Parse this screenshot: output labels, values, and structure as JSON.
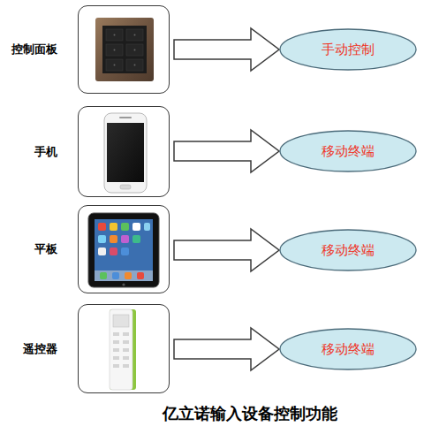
{
  "diagram": {
    "caption": "亿立诺输入设备控制功能",
    "nodes": [
      {
        "text": [
          "控制面板"
        ]
      },
      {
        "text": [
          "手动控制"
        ]
      },
      {
        "text": [
          "手机"
        ]
      },
      {
        "text": [
          "移动终端"
        ]
      },
      {
        "text": [
          "平板"
        ]
      },
      {
        "text": [
          "移动终端"
        ]
      },
      {
        "text": [
          "遥控器"
        ]
      },
      {
        "text": [
          "移动终端"
        ]
      }
    ],
    "edges": [
      {
        "from": 0,
        "to": 1,
        "arrow": "to"
      },
      {
        "from": 2,
        "to": 3,
        "arrow": "to"
      },
      {
        "from": 4,
        "to": 5,
        "arrow": "to"
      },
      {
        "from": 6,
        "to": 7,
        "arrow": "to"
      }
    ]
  }
}
